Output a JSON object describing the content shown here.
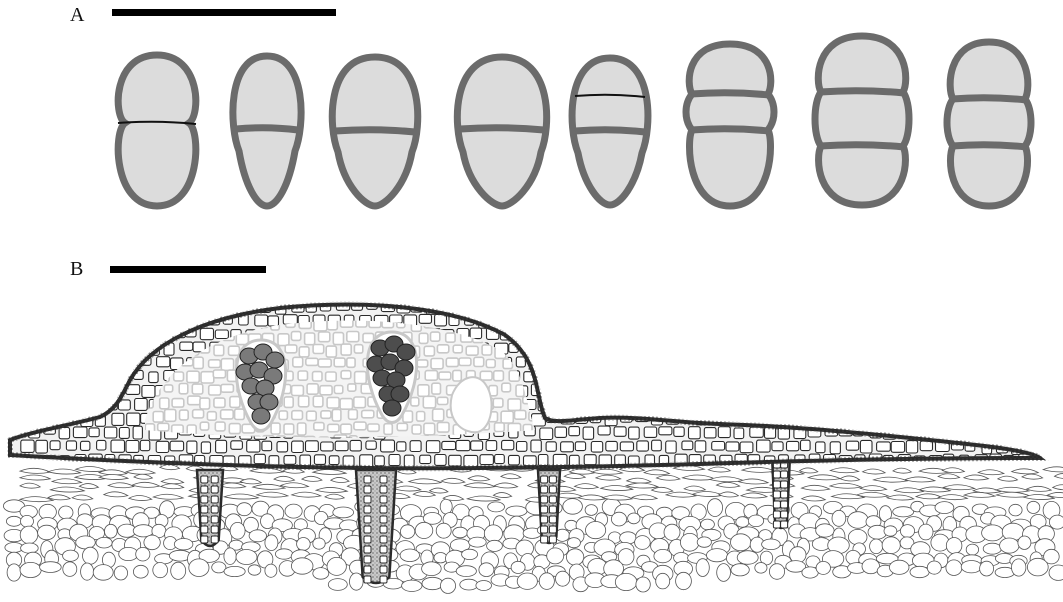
{
  "panels": {
    "a": {
      "label": "A"
    },
    "b": {
      "label": "B"
    }
  },
  "colors": {
    "spore_fill": "#dcdcdc",
    "spore_wall": "#6b6b6b",
    "septum_thin": "#111111",
    "ascus_light": "#7a7a7a",
    "ascus_dark": "#4d4d4d",
    "tissue_fill": "#f2f2f2",
    "cell_wall": "#2a2a2a",
    "gel_matrix": "#c8c8c8",
    "substrate_stroke": "#555555"
  },
  "spores": [
    {
      "index": 1,
      "septa": 1,
      "septum_style": "thin"
    },
    {
      "index": 2,
      "septa": 1,
      "septum_style": "thick"
    },
    {
      "index": 3,
      "septa": 1,
      "septum_style": "thick"
    },
    {
      "index": 4,
      "septa": 1,
      "septum_style": "thick"
    },
    {
      "index": 5,
      "septa": 2,
      "septum_style": "mixed"
    },
    {
      "index": 6,
      "septa": 2,
      "septum_style": "thick"
    },
    {
      "index": 7,
      "septa": 2,
      "septum_style": "thick"
    },
    {
      "index": 8,
      "septa": 2,
      "septum_style": "thick"
    }
  ]
}
